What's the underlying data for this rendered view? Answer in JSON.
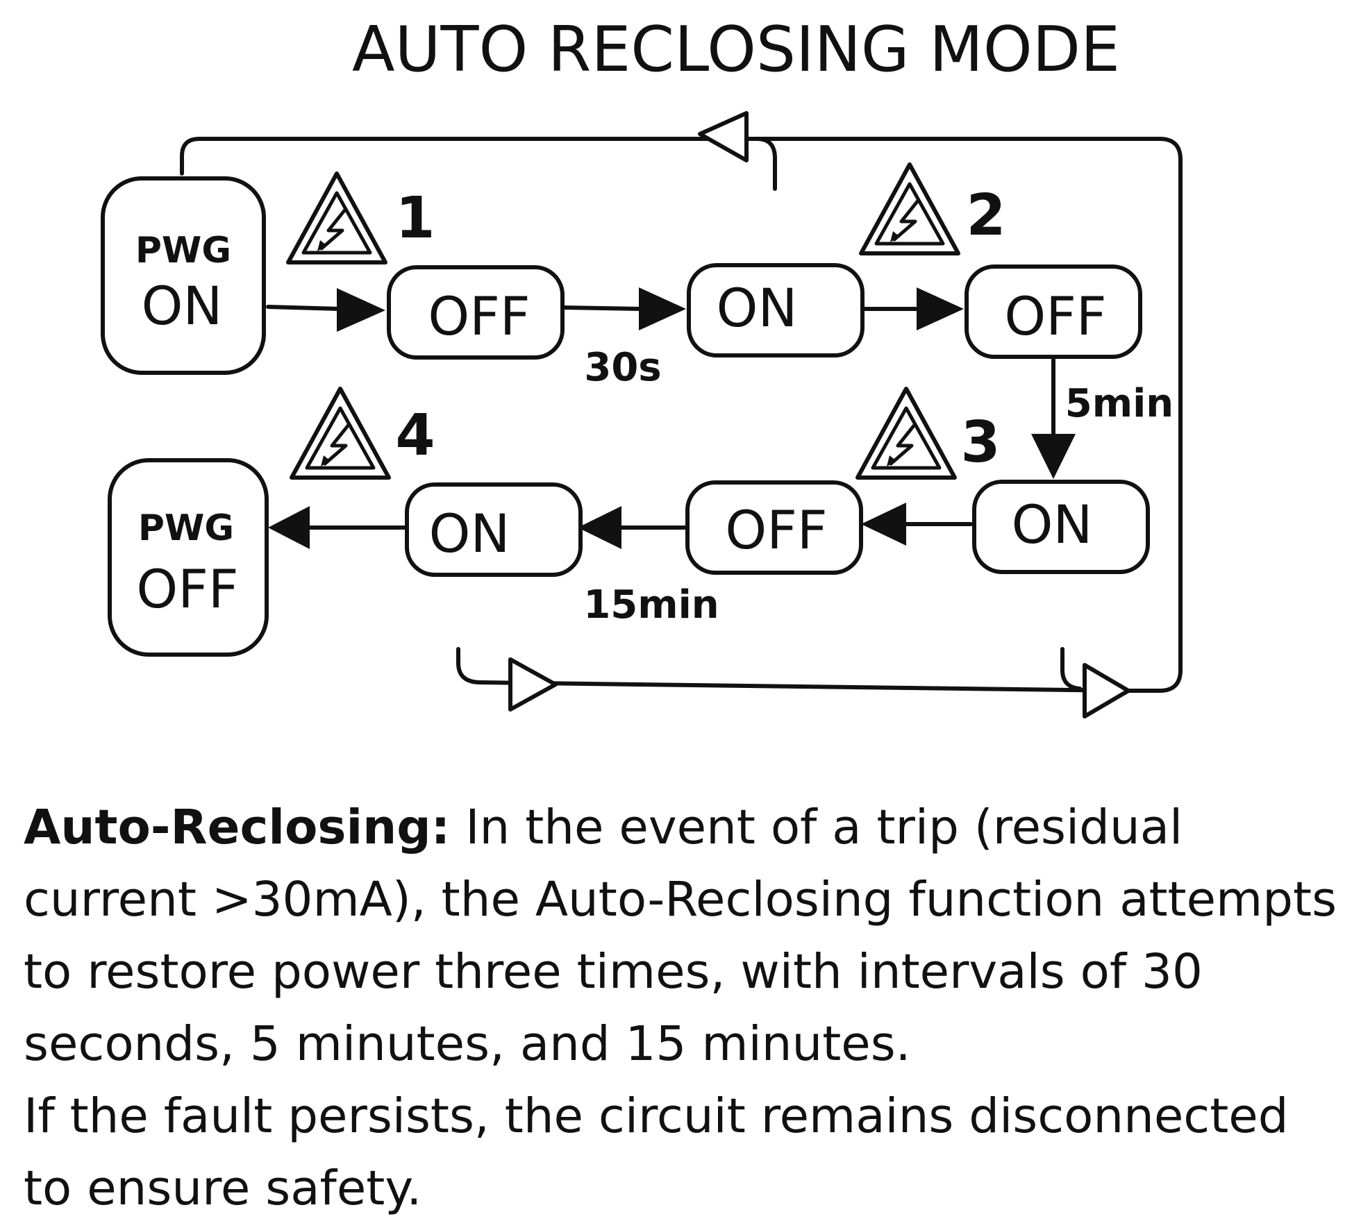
{
  "title": "AUTO RECLOSING MODE",
  "states": {
    "start_label": "PWG",
    "start_state": "ON",
    "end_label": "PWG",
    "end_state": "OFF",
    "row1": [
      "OFF",
      "ON",
      "OFF"
    ],
    "row2": [
      "ON",
      "OFF",
      "ON"
    ]
  },
  "trip_numbers": [
    "1",
    "2",
    "3",
    "4"
  ],
  "intervals": {
    "first": "30s",
    "second": "5min",
    "third": "15min"
  },
  "icons": {
    "trip": "high-voltage-warning-icon"
  },
  "caption": {
    "lead": "Auto-Reclosing:",
    "line1_rest": " In the event of a trip (residual",
    "line2": "current >30mA), the Auto-Reclosing function attempts",
    "line3": "to restore power three times, with intervals of 30",
    "line4": "seconds, 5 minutes, and 15 minutes.",
    "line5": "If the fault persists, the circuit remains disconnected",
    "line6": "to ensure safety."
  }
}
